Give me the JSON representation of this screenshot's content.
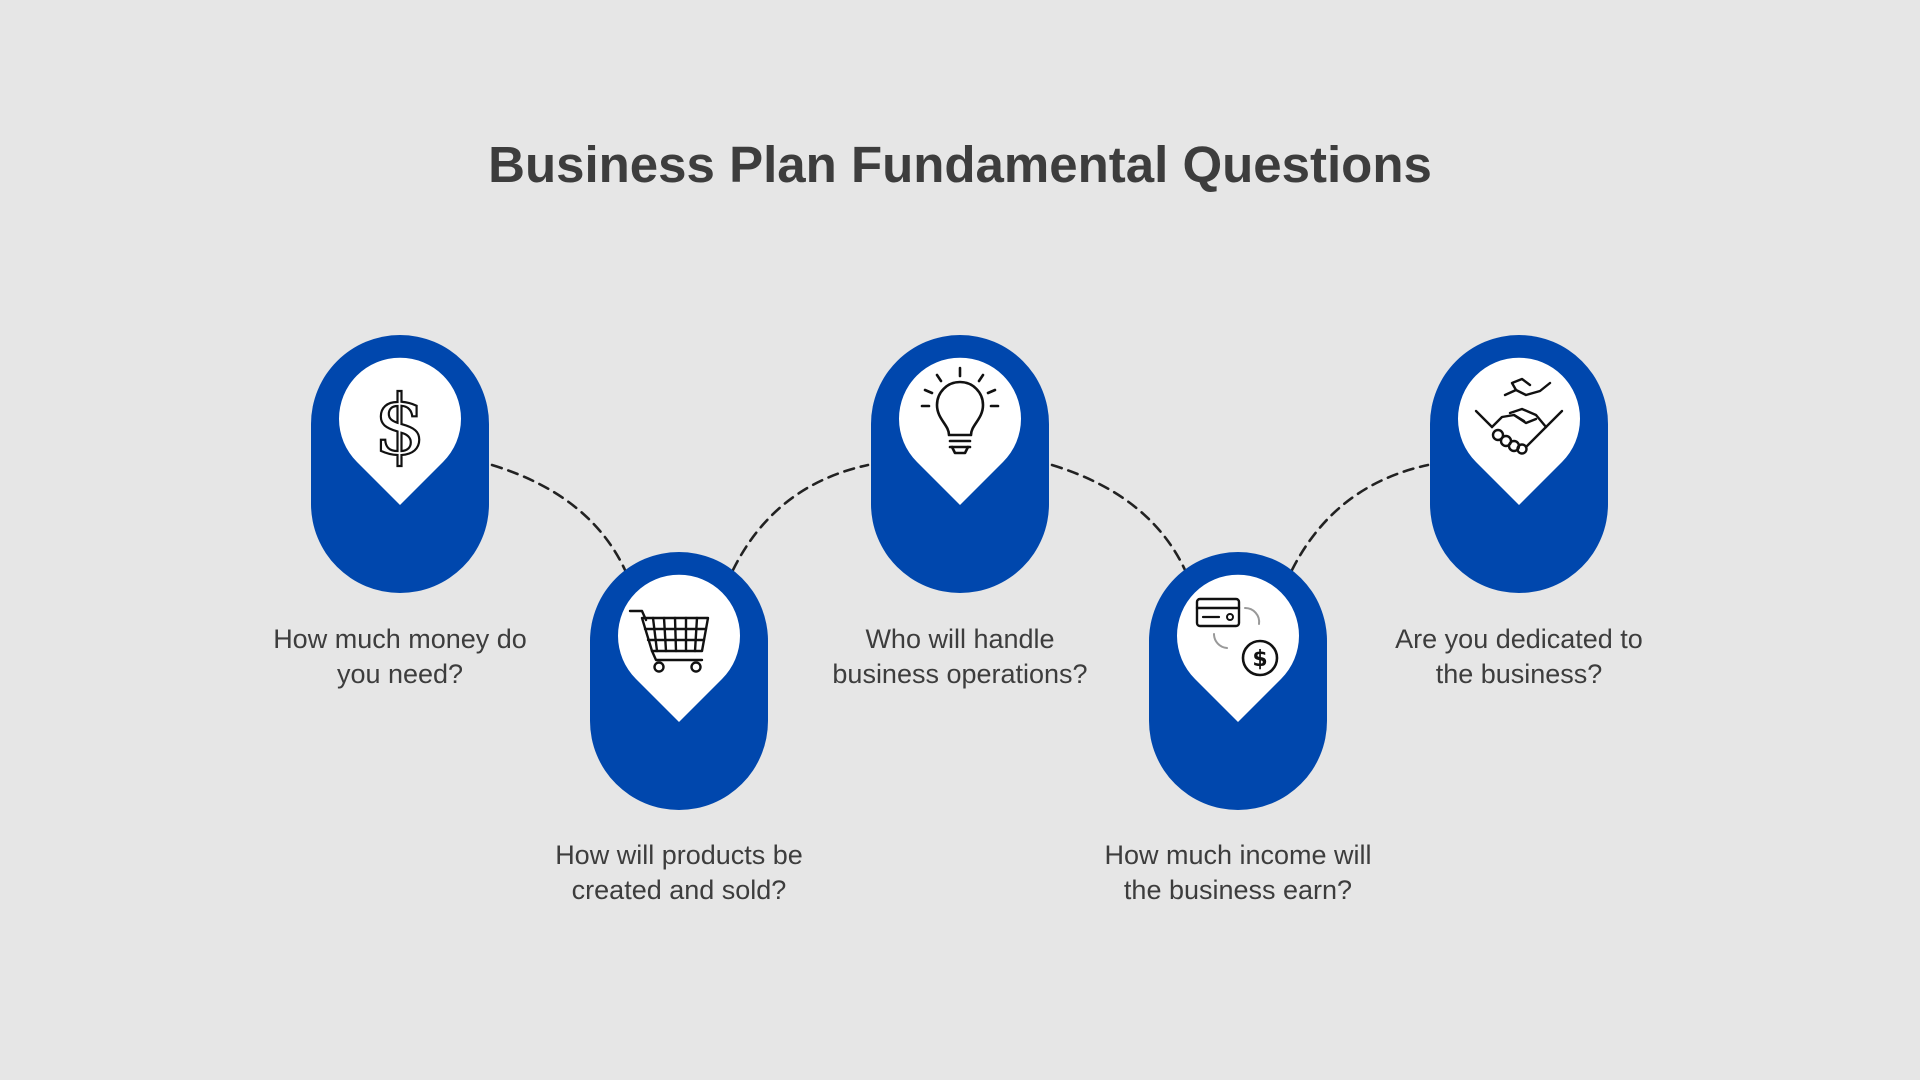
{
  "title": "Business Plan Fundamental Questions",
  "colors": {
    "background": "#e6e6e6",
    "badge": "#0047ad",
    "pin": "#ffffff",
    "text": "#3d3d3d",
    "connector": "#222222"
  },
  "steps": [
    {
      "icon": "dollar-sign-icon",
      "label_lines": [
        "How much money do",
        "you need?"
      ]
    },
    {
      "icon": "shopping-cart-icon",
      "label_lines": [
        "How will products be",
        "created and sold?"
      ]
    },
    {
      "icon": "lightbulb-icon",
      "label_lines": [
        "Who will handle",
        "business operations?"
      ]
    },
    {
      "icon": "card-to-cash-icon",
      "label_lines": [
        "How much income will",
        "the business earn?"
      ]
    },
    {
      "icon": "handshake-icon",
      "label_lines": [
        "Are you dedicated to",
        "the business?"
      ]
    }
  ]
}
